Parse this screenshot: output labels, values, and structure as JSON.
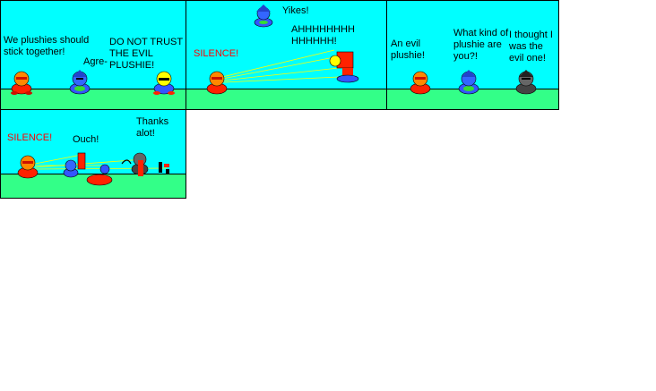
{
  "panels": [
    {
      "captions": [
        {
          "id": "p1-c1",
          "text": "We plushies should\nstick together!"
        },
        {
          "id": "p1-c2",
          "text": "Agre-"
        },
        {
          "id": "p1-c3",
          "text": "DO NOT TRUST\nTHE EVIL\nPLUSHIE!"
        }
      ]
    },
    {
      "captions": [
        {
          "id": "p2-c1",
          "text": "Yikes!"
        },
        {
          "id": "p2-c2",
          "text": "AHHHHHHHH\nHHHHHH!"
        },
        {
          "id": "p2-c3",
          "text": "SILENCE!"
        }
      ]
    },
    {
      "captions": [
        {
          "id": "p3-c1",
          "text": "An evil\nplushie!"
        },
        {
          "id": "p3-c2",
          "text": "What kind of\nplushie are\nyou?!"
        },
        {
          "id": "p3-c3",
          "text": "I thought I\nwas the\nevil one!"
        }
      ]
    },
    {
      "captions": [
        {
          "id": "p4-c1",
          "text": "SILENCE!"
        },
        {
          "id": "p4-c2",
          "text": "Ouch!"
        },
        {
          "id": "p4-c3",
          "text": "Thanks\nalot!"
        }
      ]
    }
  ],
  "colors": {
    "sky": "#00ffff",
    "ground": "#33ff88",
    "red_plushie": "#ff2200",
    "orange_head": "#ff8800",
    "blue_plushie": "#3355ff",
    "green_plushie": "#33dd33",
    "dark_plushie": "#444444",
    "beam": "#ffff00"
  }
}
